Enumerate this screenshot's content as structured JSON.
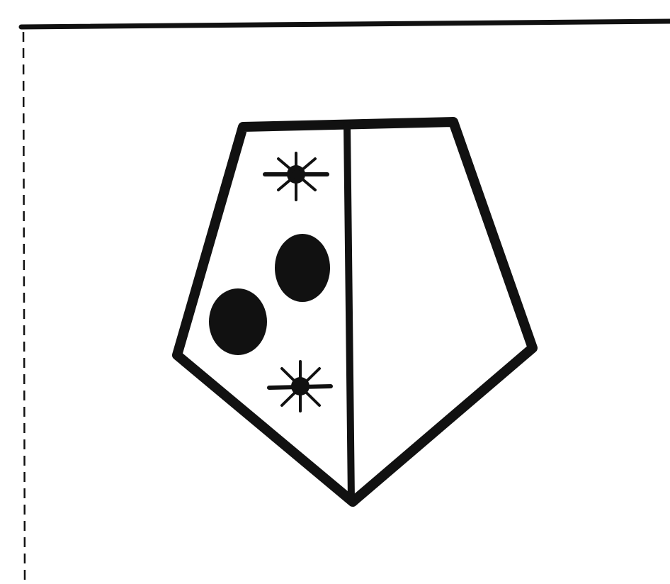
{
  "figure": {
    "shape": "pentagon",
    "regions": [
      {
        "side": "left",
        "fill": "white",
        "marks": [
          {
            "kind": "star",
            "count": 2
          },
          {
            "kind": "filled-dot",
            "count": 2
          }
        ]
      },
      {
        "side": "right",
        "fill": "white",
        "marks": []
      }
    ]
  },
  "colors": {
    "ink": "#111111",
    "paper": "#ffffff"
  }
}
